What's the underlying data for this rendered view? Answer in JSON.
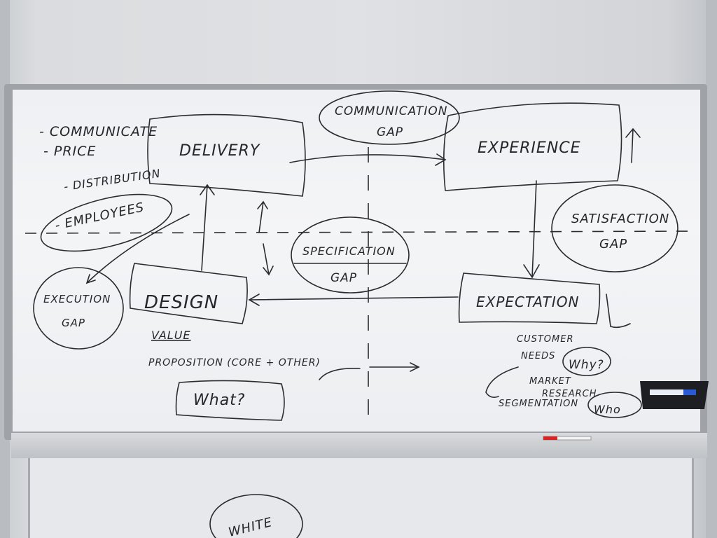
{
  "left_list": [
    "- COMMUNICATE",
    "- PRICE",
    "- DISTRIBUTION",
    "- EMPLOYEES"
  ],
  "boxes": {
    "delivery": "DELIVERY",
    "experience": "EXPERIENCE",
    "design": "DESIGN",
    "expectation": "EXPECTATION"
  },
  "gaps": {
    "communication": [
      "COMMUNICATION",
      "GAP"
    ],
    "satisfaction": [
      "SATISFACTION",
      "GAP"
    ],
    "specification": [
      "SPECIFICATION",
      "GAP"
    ],
    "execution": [
      "EXECUTION",
      "GAP"
    ]
  },
  "value_prop": {
    "line1": "VALUE",
    "line2": "PROPOSITION (CORE + OTHER)",
    "what": "What?"
  },
  "customer": {
    "needs1": "CUSTOMER",
    "needs2": "NEEDS",
    "why": "Why?",
    "market1": "MARKET",
    "market2": "RESEARCH",
    "segmentation": "SEGMENTATION",
    "who": "Who"
  },
  "lower_board_text": "WHITE"
}
